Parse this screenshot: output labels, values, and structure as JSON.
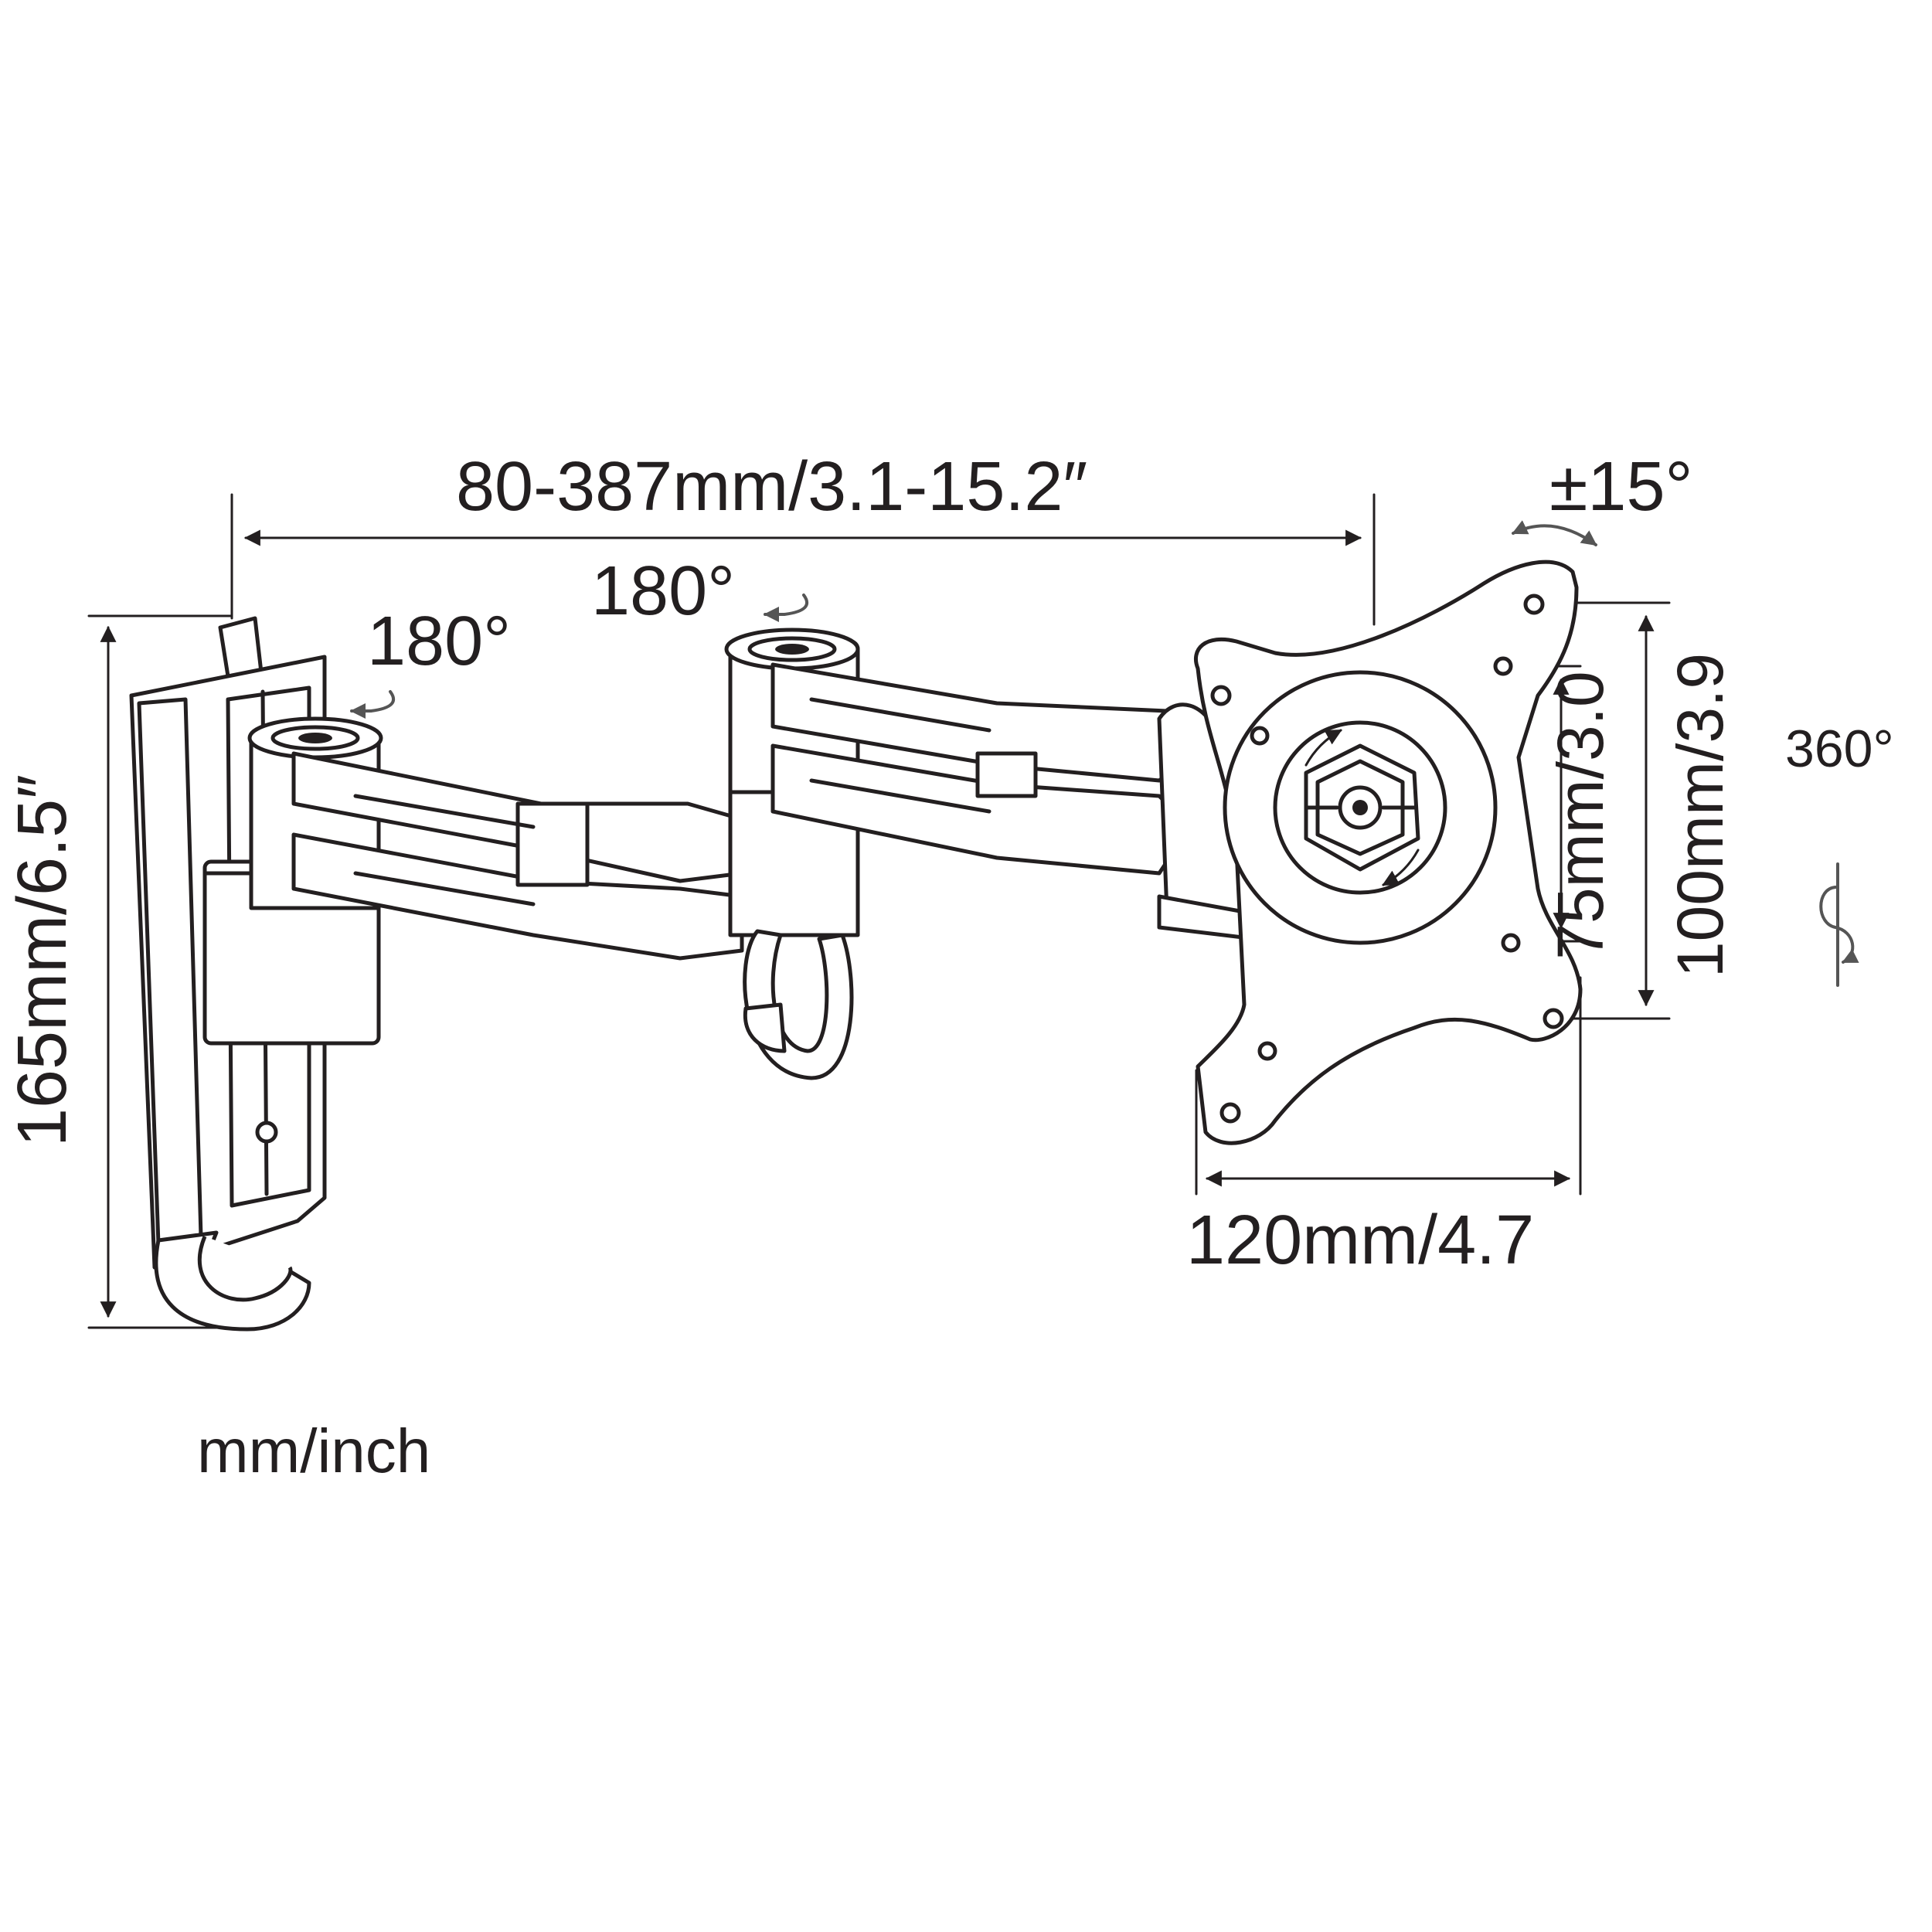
{
  "dimensions": {
    "arm_reach": "80-387mm/3.1-15.2″",
    "height": "165mm/6.5″",
    "vesa_width": "120mm/4.7",
    "vesa_75": "75mm/3.0",
    "vesa_100": "100mm/3.9"
  },
  "rotations": {
    "wall_swivel": "180°",
    "elbow_swivel": "180°",
    "tilt": "±15°",
    "rotation": "360°"
  },
  "units_note": "mm/inch",
  "icons": {
    "rotation_arrow": "curved-arrow-icon",
    "dimension_arrow": "double-arrow-icon"
  },
  "colors": {
    "line": "#231f20",
    "background": "#ffffff"
  }
}
